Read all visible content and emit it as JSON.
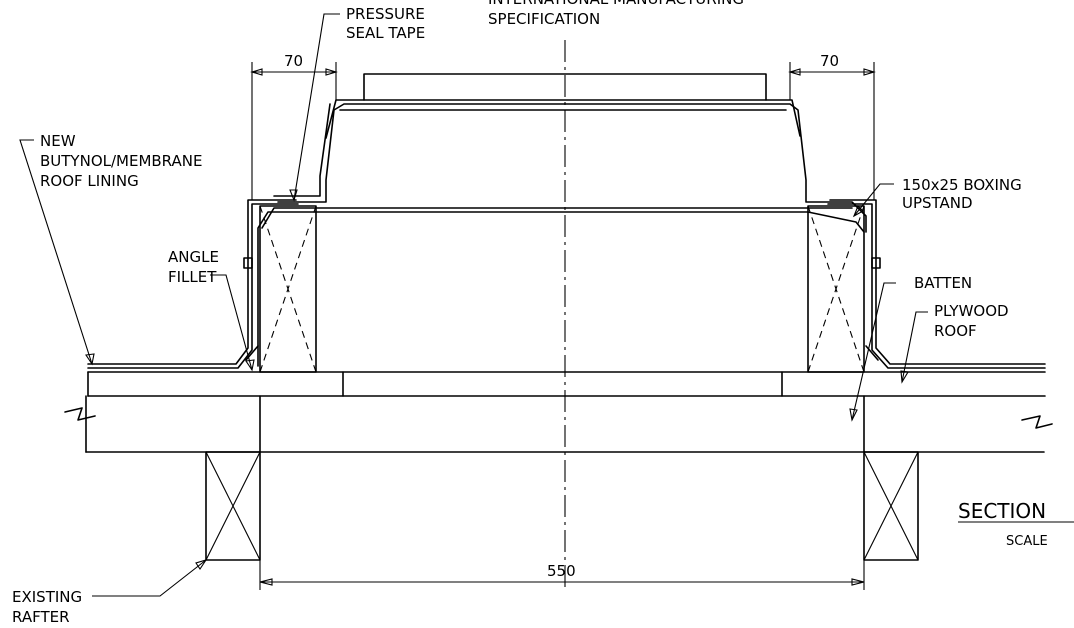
{
  "labels": {
    "pressure_seal_tape": [
      "PRESSURE",
      "SEAL TAPE"
    ],
    "spec": [
      "INTERNATIONAL MANUFACTURING",
      "SPECIFICATION"
    ],
    "new_lining": [
      "NEW",
      "BUTYNOL/MEMBRANE",
      "ROOF LINING"
    ],
    "boxing_upstand": [
      "150x25 BOXING",
      "UPSTAND"
    ],
    "angle_fillet": [
      "ANGLE",
      "FILLET"
    ],
    "batten": "BATTEN",
    "plywood_roof": [
      "PLYWOOD",
      "ROOF"
    ],
    "existing_rafter": [
      "EXISTING",
      "RAFTER"
    ],
    "section": "SECTION",
    "scale": "SCALE"
  },
  "dimensions": {
    "left_upstand": "70",
    "right_upstand": "70",
    "opening": "550"
  }
}
